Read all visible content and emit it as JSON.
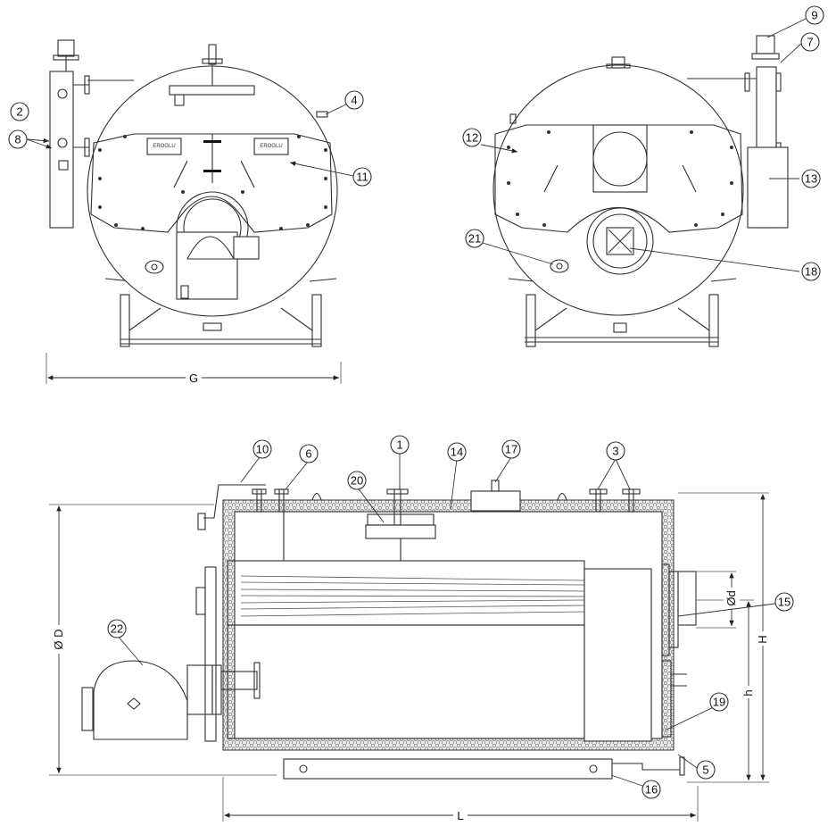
{
  "nameplates": {
    "brand": "EROGLU"
  },
  "dimensions": {
    "overall_width": "G",
    "overall_length": "L",
    "diameter": "Ø D",
    "height": "H",
    "axis_height": "h",
    "outlet_diameter": "Ød"
  },
  "callouts": [
    "1",
    "2",
    "3",
    "4",
    "5",
    "6",
    "7",
    "8",
    "9",
    "10",
    "11",
    "12",
    "13",
    "14",
    "15",
    "16",
    "17",
    "18",
    "19",
    "20",
    "21",
    "22"
  ],
  "colors": {
    "line": "#2f2f2f",
    "background": "#ffffff"
  }
}
